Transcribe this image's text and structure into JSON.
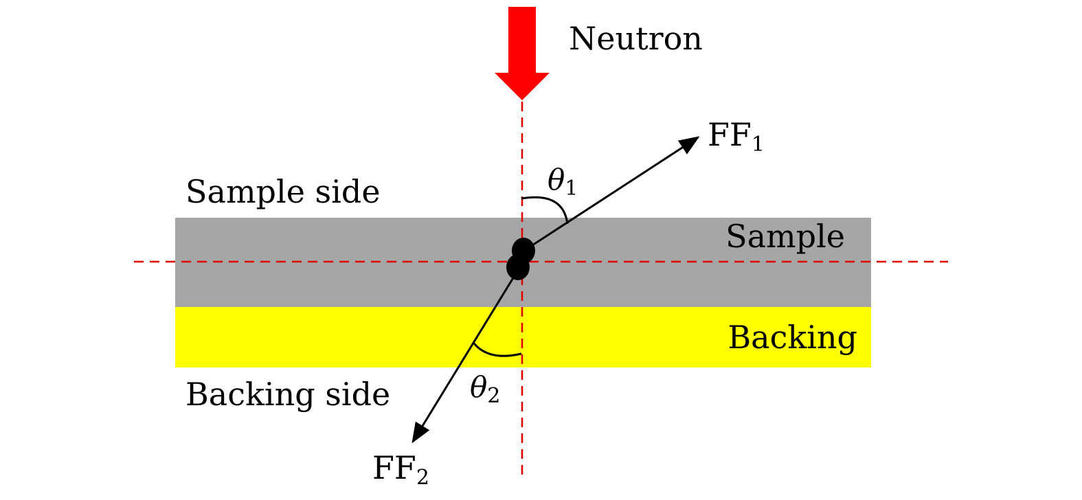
{
  "labels": {
    "neutron": "Neutron",
    "sample_side": "Sample side",
    "backing_side": "Backing side",
    "sample": "Sample",
    "backing": "Backing",
    "ff1": "FF",
    "ff1_sub": "1",
    "ff2": "FF",
    "ff2_sub": "2",
    "theta1": "θ",
    "theta1_sub": "1",
    "theta2": "θ",
    "theta2_sub": "2"
  },
  "colors": {
    "neutron_arrow": "#ff0000",
    "axis_dashes": "#e00000",
    "sample_layer": "#a6a6a6",
    "backing_layer": "#ffff00",
    "fragment_tracks": "#000000"
  },
  "icons": {
    "neutron_arrow": "down-arrow-icon"
  }
}
